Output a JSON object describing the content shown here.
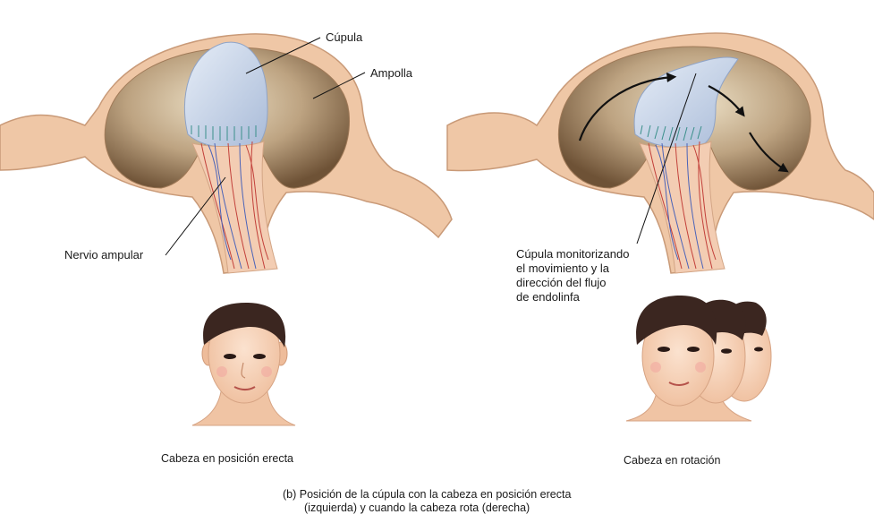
{
  "labels": {
    "cupula": "Cúpula",
    "ampolla": "Ampolla",
    "nervio": "Nervio ampular",
    "monitor": [
      "Cúpula monitorizando",
      "el movimiento y la",
      "dirección del flujo",
      "de endolinfa"
    ]
  },
  "captions": {
    "left": "Cabeza en posición erecta",
    "right": "Cabeza en rotación",
    "figure_line1": "(b) Posición de la cúpula con la cabeza en posición erecta",
    "figure_line2": "(izquierda) y cuando la cabeza rota (derecha)"
  },
  "colors": {
    "tissue": "#efc7a6",
    "tissue_edge": "#c99a78",
    "cavity": "#8f7355",
    "cavity_light": "#e4d2b4",
    "cupula": "#c9d6ea",
    "nerve_red": "#c2403a",
    "nerve_blue": "#4a63b8",
    "skin": "#f4cdb0",
    "hair": "#3b2620"
  }
}
